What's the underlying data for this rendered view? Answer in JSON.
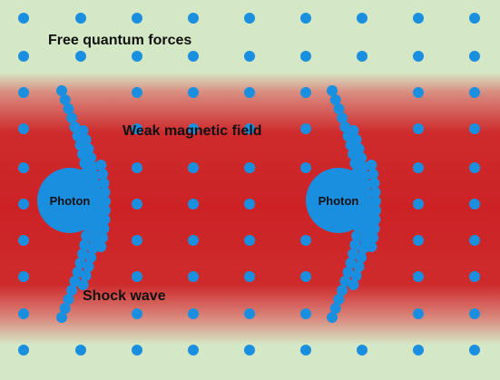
{
  "labels": {
    "free_forces": "Free quantum forces",
    "magnetic_field": "Weak magnetic field",
    "shock_wave": "Shock wave",
    "photon_left": "Photon",
    "photon_right": "Photon"
  },
  "colors": {
    "background": "#d5e8c6",
    "field": "#cc2226",
    "particle": "#1a8fe0",
    "text": "#111111"
  }
}
